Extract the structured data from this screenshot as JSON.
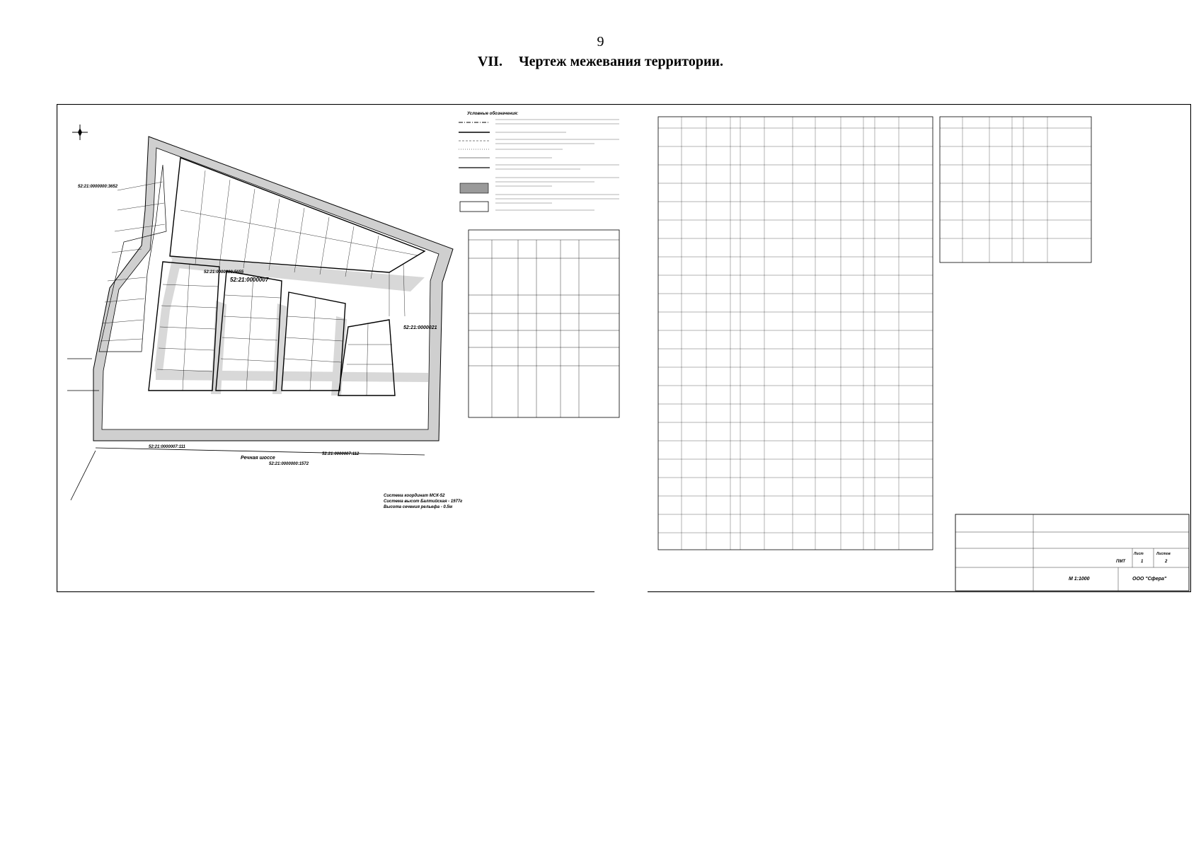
{
  "page": {
    "number": "9",
    "section_number": "VII.",
    "section_title": "Чертеж межевания территории."
  },
  "drawing": {
    "legend_title": "Условные обозначения:",
    "cadastral_ids": {
      "north": "52:21:0000000:3652",
      "block_a": "52:21:0000000:5655",
      "block_b": "52:21:0000007",
      "block_c": "52:21:0000021",
      "south_1": "52:21:0000007:111",
      "south_2": "52:21:0000007:112",
      "south_3": "52:21:0000000:1572"
    },
    "street_name": "Речная шоссе",
    "coord_system_notes": [
      "Система координат МСК-52",
      "Система высот Балтийская - 1977г",
      "Высота сечения рельефа - 0.5м"
    ],
    "scale": "М 1:1000",
    "organization": "ООО \"Сфера\"",
    "stamp": {
      "sheet_label": "Лист",
      "sheets_label": "Листов",
      "sheet_number": "1",
      "sheet_count": "2",
      "stage": "ПМТ"
    }
  }
}
